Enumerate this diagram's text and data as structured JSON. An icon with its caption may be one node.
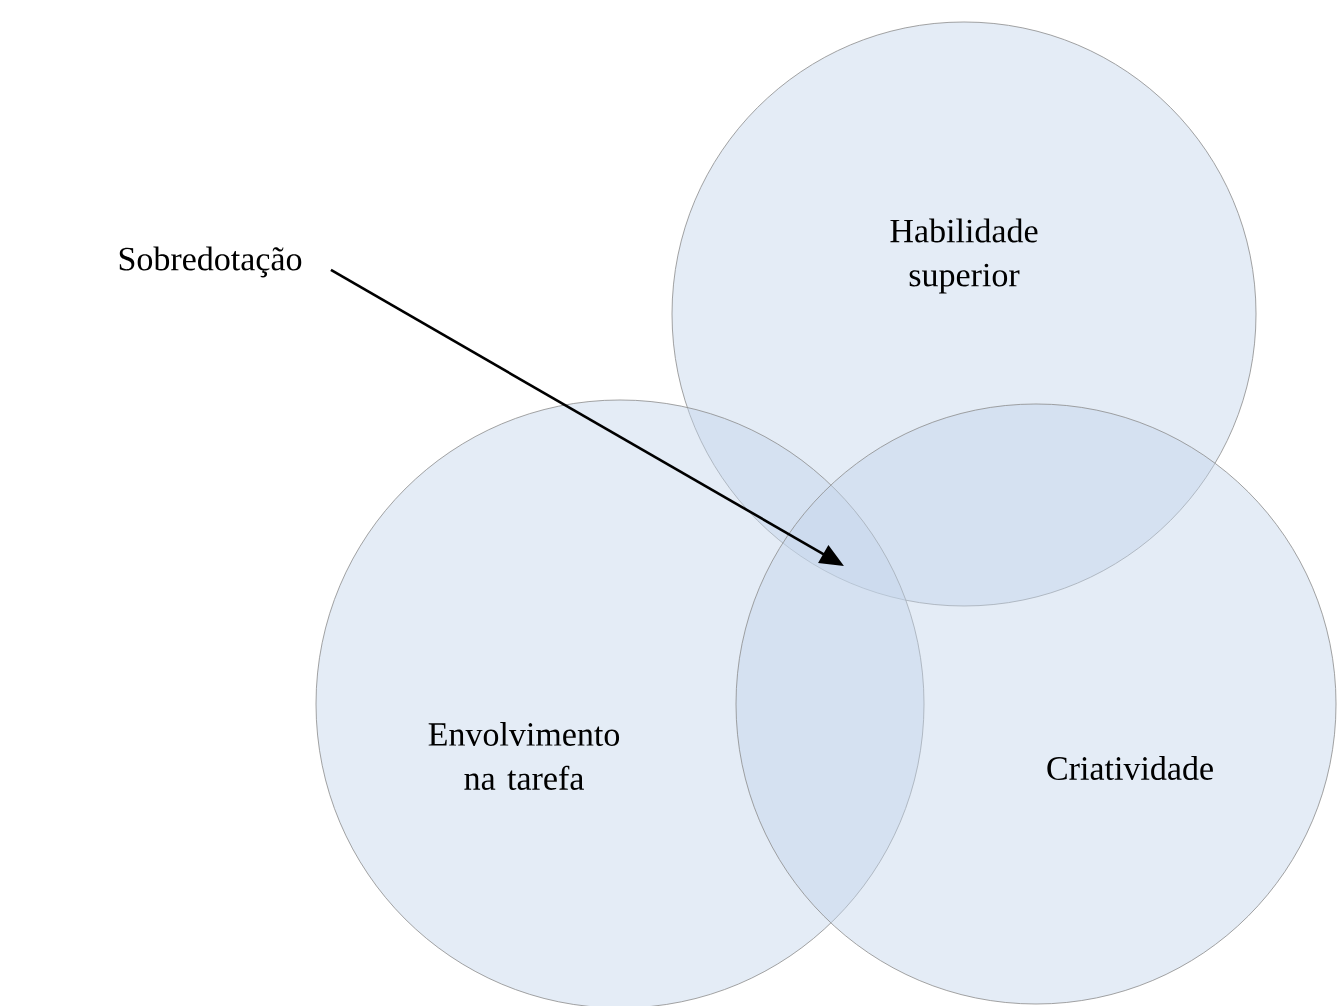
{
  "diagram": {
    "nodes": [
      {
        "text": [
          "Habilidade superior"
        ]
      },
      {
        "text": [
          "Envolvimento na tarefa"
        ]
      },
      {
        "text": [
          "Criatividade"
        ]
      },
      {
        "text": [
          "Sobredotação"
        ]
      }
    ],
    "edges": [
      {
        "from": 3,
        "to": 0,
        "arrow": "to"
      }
    ]
  }
}
